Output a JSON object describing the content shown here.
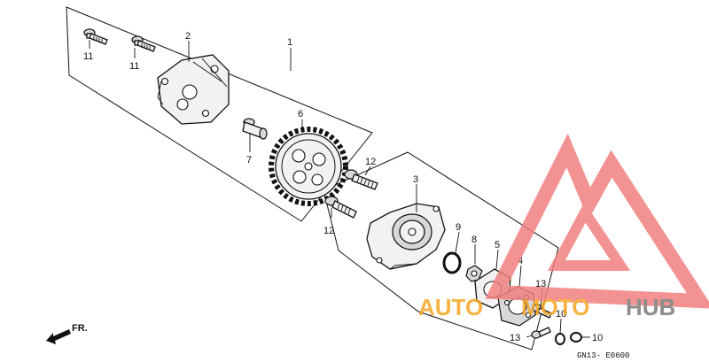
{
  "callouts": {
    "c1": "1",
    "c2": "2",
    "c3": "3",
    "c4": "4",
    "c5": "5",
    "c6": "6",
    "c7": "7",
    "c8": "8",
    "c9": "9",
    "c10a": "10",
    "c10b": "10",
    "c11a": "11",
    "c11b": "11",
    "c12a": "12",
    "c12b": "12",
    "c13a": "13",
    "c13b": "13"
  },
  "direction_label": "FR.",
  "diagram_code": "GN13- E0600",
  "watermark": {
    "word_left": "AUTO",
    "word_middle": "MOTO",
    "word_right": "HUB",
    "colors": {
      "triangle": "#f08080",
      "orange": "#f5a623",
      "grey": "#7a7a7a"
    }
  }
}
